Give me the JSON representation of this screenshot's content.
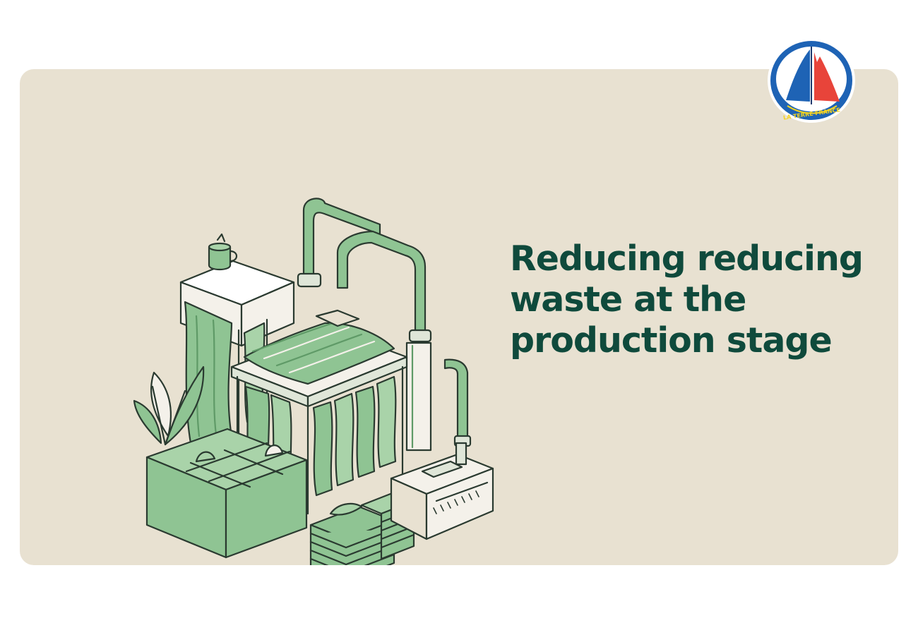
{
  "slide": {
    "headline_lines": [
      "Reducing reducing",
      "waste at the",
      "production stage"
    ]
  },
  "logo": {
    "text": "LA TERRE FRANCE"
  },
  "colors": {
    "card_background": "#e8e1d1",
    "headline": "#0f4a3c",
    "illustration_green": "#8fc493",
    "illustration_dark_green": "#5f9a67",
    "outline": "#2a3a30",
    "logo_blue": "#1e63b5",
    "logo_red": "#e8443a",
    "logo_yellow": "#f5d320"
  },
  "icons": {
    "illustration": "textile-factory-illustration",
    "logo": "sailboat-logo-icon"
  }
}
